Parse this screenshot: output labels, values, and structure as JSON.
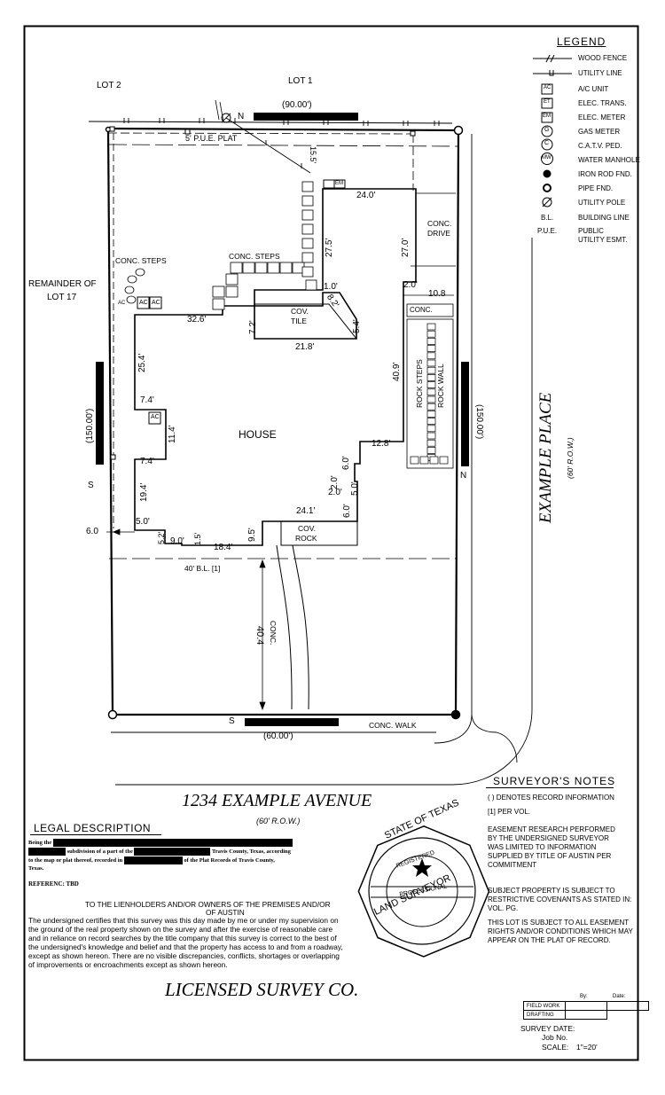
{
  "legend": {
    "title": "LEGEND",
    "items": [
      {
        "symbol": "wood-fence",
        "label": "WOOD FENCE"
      },
      {
        "symbol": "utility-line",
        "label": "UTILITY LINE"
      },
      {
        "symbol": "AC",
        "label": "A/C UNIT"
      },
      {
        "symbol": "ET",
        "label": "ELEC. TRANS."
      },
      {
        "symbol": "EM",
        "label": "ELEC. METER"
      },
      {
        "symbol": "G",
        "label": "GAS METER"
      },
      {
        "symbol": "C",
        "label": "C.A.T.V. PED."
      },
      {
        "symbol": "MW",
        "label": "WATER MANHOLE"
      },
      {
        "symbol": "filled-dot",
        "label": "IRON ROD FND."
      },
      {
        "symbol": "open-circle",
        "label": "PIPE FND."
      },
      {
        "symbol": "pole",
        "label": "UTILITY POLE"
      },
      {
        "symbol": "B.L.",
        "label": "BUILDING LINE"
      },
      {
        "symbol": "P.U.E.",
        "label": "PUBLIC UTILITY ESMT."
      }
    ]
  },
  "plat": {
    "lot2": "LOT 2",
    "lot1": "LOT 1",
    "remainder": [
      "REMAINDER OF",
      "LOT 17"
    ],
    "north_dim": "(90.00')",
    "south_dim": "(60.00')",
    "west_dim": "(150.00')",
    "east_dim": "(150.00')",
    "n": "N",
    "s": "S",
    "pue_plat": "5' P.U.E. PLAT",
    "bl": "40' B.L. [1]",
    "house": "HOUSE",
    "conc_steps_1": "CONC. STEPS",
    "conc_steps_2": "CONC. STEPS",
    "conc_drive": [
      "CONC.",
      "DRIVE"
    ],
    "cov_tile": [
      "COV.",
      "TILE"
    ],
    "cov_rock": [
      "COV.",
      "ROCK"
    ],
    "conc_walkway": "CONC.",
    "conc_small": "CONC.",
    "rock_steps": "ROCK STEPS",
    "rock_wall": "ROCK WALL",
    "conc_walk": "CONC. WALK",
    "ac": "AC",
    "em": "EM",
    "dims": {
      "d24_0": "24.0'",
      "d27_5": "27.5'",
      "d27_0": "27.0'",
      "d1_0": "1.0'",
      "d8_2": "8.2'",
      "d2_0a": "2.0'",
      "d10_8": "10.8",
      "d32_6": "32.6'",
      "d7_2": "7.2'",
      "d21_8": "21.8'",
      "d5_4": "5.4'",
      "d25_4": "25.4'",
      "d40_9": "40.9'",
      "d7_4a": "7.4'",
      "d11_4": "11.4'",
      "d7_4b": "7.4'",
      "d12_8": "12.8'",
      "d6_0a": "6.0'",
      "d2_0b": "2.0'",
      "d2_0c": "2.0'",
      "d5_0a": "5.0'",
      "d19_4": "19.4'",
      "d24_1": "24.1'",
      "d6_0b": "6.0'",
      "d5_0b": "5.0'",
      "d6_0c": "6.0",
      "d5_2": "5.2'",
      "d9_0": "9.0'",
      "d1_5": "1.5'",
      "d18_4": "18.4'",
      "d9_5": "9.5'",
      "d40_4": "40.4",
      "d15_5": "15.5'"
    },
    "street_east": "EXAMPLE PLACE",
    "street_east_row": "(60' R.O.W.)"
  },
  "address": {
    "line": "1234 EXAMPLE AVENUE",
    "row": "(60' R.O.W.)"
  },
  "notes": {
    "title": "SURVEYOR'S NOTES",
    "lines": [
      "( ) DENOTES RECORD INFORMATION",
      "[1] PER VOL.",
      "EASEMENT RESEARCH PERFORMED BY THE UNDERSIGNED SURVEYOR WAS LIMITED TO INFORMATION SUPPLIED BY TITLE OF AUSTIN PER COMMITMENT",
      "SUBJECT PROPERTY IS SUBJECT TO RESTRICTIVE COVENANTS AS STATED IN: VOL.      PG.",
      "THIS LOT IS SUBJECT TO ALL EASEMENT RIGHTS AND/OR CONDITIONS WHICH MAY APPEAR ON THE PLAT OF RECORD."
    ]
  },
  "legal": {
    "title": "LEGAL DESCRIPTION",
    "being": "Being the",
    "sub": "subdivision of a part of the",
    "travis": "Travis County, Texas, according",
    "recorded": "to the map or plat thereof, recorded in",
    "plat_records": "of the Plat Records of Travis County,",
    "texas": "Texas.",
    "reference": "REFERENC: TBD",
    "to_line": "TO THE LIENHOLDERS AND/OR OWNERS OF THE PREMISES AND/OR",
    "of_austin": "OF AUSTIN",
    "certify": "The undersigned certifies that this survey was this day made by me or under my supervision on the ground of the real property shown on the survey and after the exercise of reasonable care and in reliance on record searches by the title company that this survey is correct to the best of the undersigned's knowledge and belief and that the property has access to and from a roadway, except as shown hereon. There are no visible discrepancies, conflicts, shortages or overlapping of improvements or encroachments except as shown hereon."
  },
  "seal": {
    "top": "STATE OF TEXAS",
    "registered": "REGISTERED",
    "professional": "PROFESSIONAL",
    "bottom": "LAND SURVEYOR"
  },
  "company": "LICENSED SURVEY CO.",
  "signature": {
    "by": "By:",
    "date": "Date:",
    "field_work": "FIELD WORK",
    "drafting": "DRAFTING"
  },
  "survey_info": {
    "survey_date": "SURVEY DATE:",
    "job_no": "Job No.",
    "scale_label": "SCALE:",
    "scale": "1\"=20'"
  }
}
